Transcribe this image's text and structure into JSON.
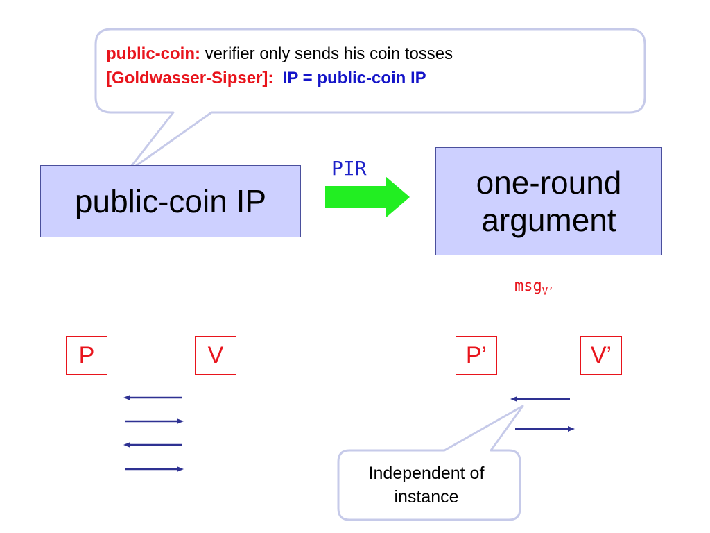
{
  "callout": {
    "line1_term": "public-coin:",
    "line1_text": " verifier only sends his coin tosses",
    "line2_ref": "[Goldwasser-Sipser]:",
    "line2_eq": "IP = public-coin IP"
  },
  "box_left": {
    "label": "public-coin IP"
  },
  "arrow_label": "PIR",
  "box_right": {
    "line1": "one-round",
    "line2": "argument"
  },
  "msg": {
    "base": "msg",
    "sub": "V’"
  },
  "parties": {
    "p": "P",
    "v": "V",
    "p_prime": "P’",
    "v_prime": "V’"
  },
  "note": {
    "line1": "Independent of",
    "line2": "instance"
  },
  "colors": {
    "red": "#e8141c",
    "blue": "#1414c8",
    "box_fill": "#cdd0ff",
    "arrow_green": "#22ee22",
    "callout_border": "#c6cae9",
    "line": "#2e3192"
  }
}
